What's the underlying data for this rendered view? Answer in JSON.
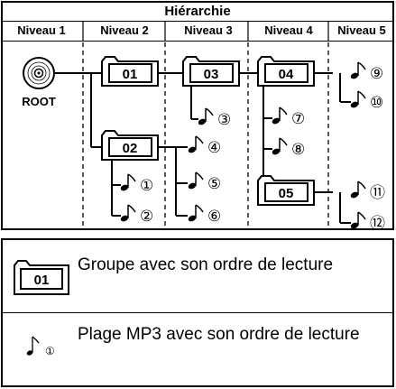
{
  "diagram": {
    "title": "Hiérarchie",
    "levels": [
      "Niveau 1",
      "Niveau 2",
      "Niveau 3",
      "Niveau 4",
      "Niveau 5"
    ],
    "root_label": "ROOT",
    "folders": [
      "01",
      "02",
      "03",
      "04",
      "05"
    ],
    "tracks": [
      "⑨",
      "⑩",
      "③",
      "⑦",
      "④",
      "⑧",
      "①",
      "⑤",
      "⑪",
      "②",
      "⑥",
      "⑫"
    ]
  },
  "legend": {
    "group_icon_label": "01",
    "group_text": "Groupe avec son ordre de lecture",
    "track_icon_label": "①",
    "track_text": "Plage MP3 avec son ordre de lecture"
  }
}
